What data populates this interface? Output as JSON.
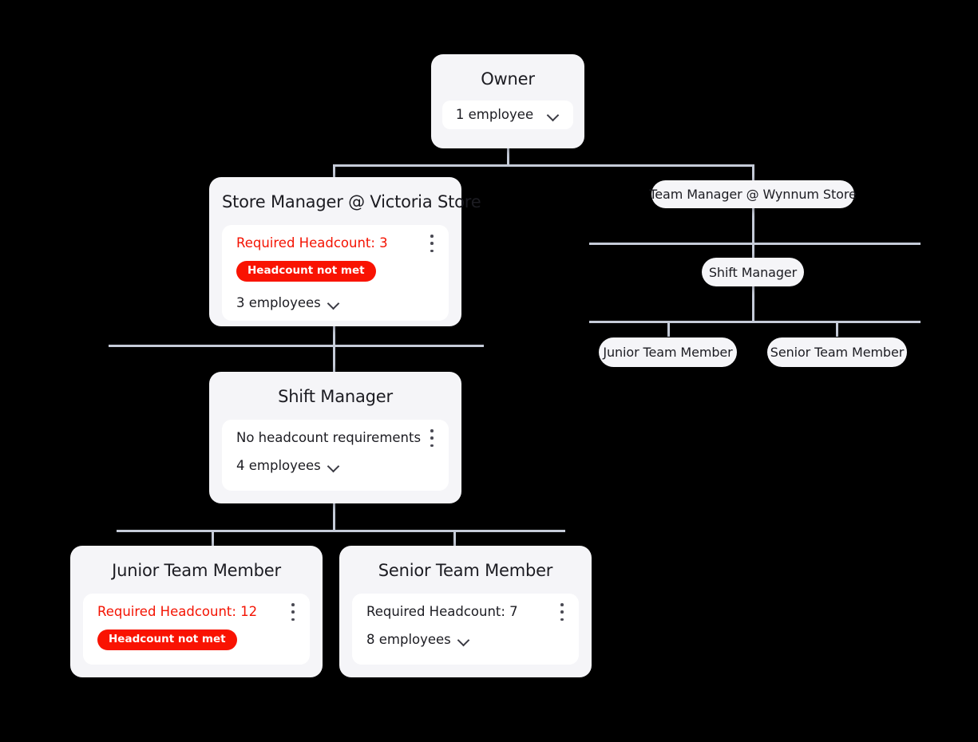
{
  "chart": {
    "type": "org-chart",
    "line_color": "#c5cbd8",
    "card_bg": "#f5f5f8",
    "panel_bg": "#ffffff",
    "alert_color": "#f41302",
    "badge_bg": "#f91302",
    "text_color": "#1c1c22",
    "canvas_bg": "#000000"
  },
  "nodes": {
    "owner": {
      "title": "Owner",
      "employees_label": "1 employee",
      "chevron_icon": "chevron-down-icon"
    },
    "store_manager_victoria": {
      "title": "Store Manager @ Victoria Store",
      "headcount_text": "Required Headcount: 3",
      "headcount_met": false,
      "badge_label": "Headcount not met",
      "employees_label": "3 employees",
      "menu_icon": "kebab-menu-icon",
      "chevron_icon": "chevron-down-icon"
    },
    "shift_manager_left": {
      "title": "Shift Manager",
      "headcount_text": "No headcount requirements",
      "headcount_met": true,
      "employees_label": "4 employees",
      "menu_icon": "kebab-menu-icon",
      "chevron_icon": "chevron-down-icon"
    },
    "junior_team_member": {
      "title": "Junior Team Member",
      "headcount_text": "Required Headcount: 12",
      "headcount_met": false,
      "badge_label": "Headcount not met",
      "menu_icon": "kebab-menu-icon"
    },
    "senior_team_member": {
      "title": "Senior Team Member",
      "headcount_text": "Required Headcount: 7",
      "headcount_met": true,
      "employees_label": "8 employees",
      "menu_icon": "kebab-menu-icon",
      "chevron_icon": "chevron-down-icon"
    },
    "team_manager_wynnum": {
      "title": "Team Manager @ Wynnum Store"
    },
    "shift_manager_right": {
      "title": "Shift Manager"
    },
    "junior_team_member_right": {
      "title": "Junior Team Member"
    },
    "senior_team_member_right": {
      "title": "Senior Team Member"
    }
  }
}
